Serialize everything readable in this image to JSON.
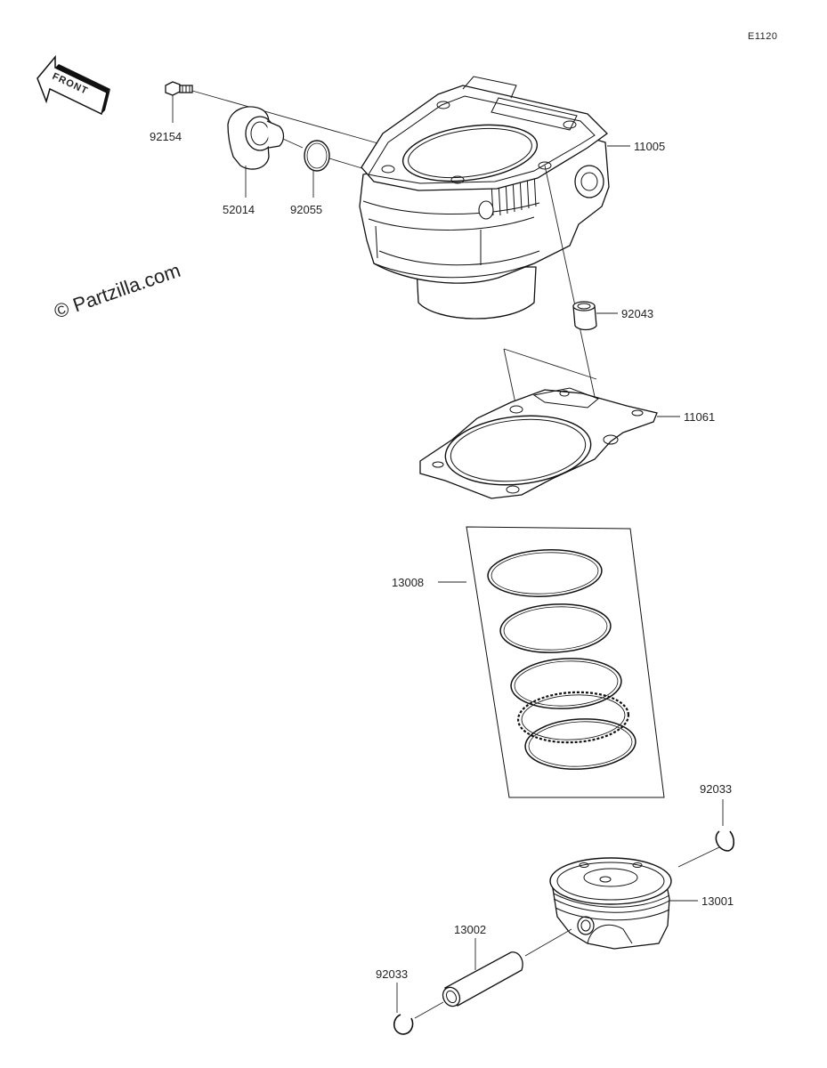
{
  "diagram_code": "E1120",
  "watermark": "© Partzilla.com",
  "front_arrow_label": "FRONT",
  "parts": {
    "bolt": "92154",
    "fitting": "52014",
    "o_ring": "92055",
    "cylinder": "11005",
    "dowel_pin": "92043",
    "gasket": "11061",
    "ring_set": "13008",
    "circlip_upper": "92033",
    "piston": "13001",
    "piston_pin": "13002",
    "circlip_lower": "92033"
  }
}
